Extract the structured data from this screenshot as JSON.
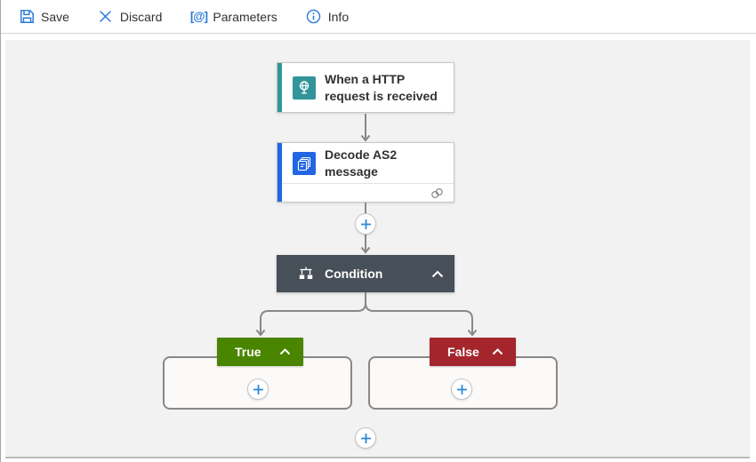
{
  "toolbar": {
    "save_label": "Save",
    "discard_label": "Discard",
    "parameters_label": "Parameters",
    "info_label": "Info"
  },
  "icons": {
    "parameters_glyph": "[@]"
  },
  "workflow": {
    "trigger": {
      "title": "When a HTTP request is received"
    },
    "action": {
      "title": "Decode AS2 message"
    },
    "condition": {
      "title": "Condition"
    },
    "branches": {
      "true_label": "True",
      "false_label": "False"
    }
  },
  "colors": {
    "trigger_accent": "#31959A",
    "action_accent": "#2266E3",
    "condition_bg": "#474F58",
    "true_bg": "#4A8500",
    "false_bg": "#A4262C",
    "plus_blue": "#2B88D8",
    "toolbar_icon_blue": "#2B79D7",
    "connector_gray": "#8A8886"
  }
}
